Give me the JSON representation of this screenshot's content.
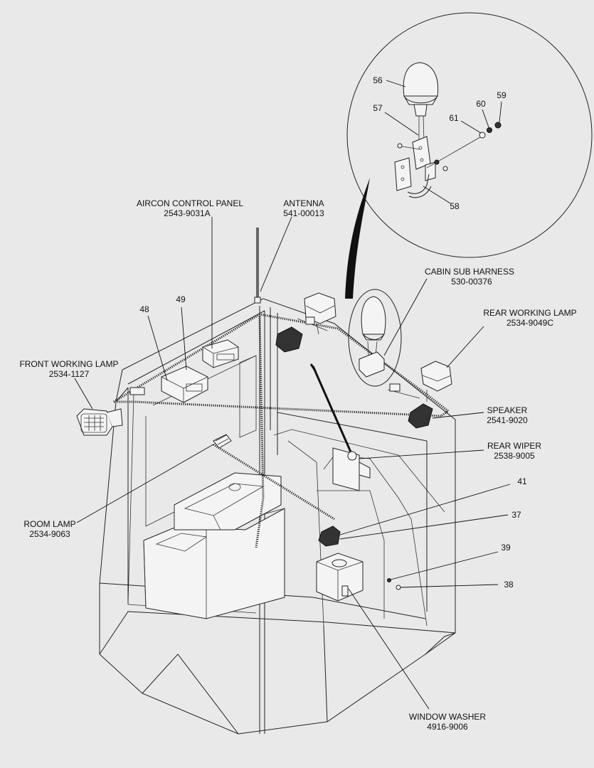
{
  "labels": {
    "aircon_name": "AIRCON CONTROL PANEL",
    "aircon_pn": "2543-9031A",
    "antenna_name": "ANTENNA",
    "antenna_pn": "541-00013",
    "cabin_harness_name": "CABIN SUB HARNESS",
    "cabin_harness_pn": "530-00376",
    "rear_working_lamp_name": "REAR WORKING LAMP",
    "rear_working_lamp_pn": "2534-9049C",
    "front_working_lamp_name": "FRONT WORKING LAMP",
    "front_working_lamp_pn": "2534-1127",
    "speaker_name": "SPEAKER",
    "speaker_pn": "2541-9020",
    "rear_wiper_name": "REAR WIPER",
    "rear_wiper_pn": "2538-9005",
    "room_lamp_name": "ROOM LAMP",
    "room_lamp_pn": "2534-9063",
    "window_washer_name": "WINDOW WASHER",
    "window_washer_pn": "4916-9006"
  },
  "callouts": {
    "n48": "48",
    "n49": "49",
    "n41": "41",
    "n37": "37",
    "n39": "39",
    "n38": "38",
    "n56": "56",
    "n57": "57",
    "n58": "58",
    "n59": "59",
    "n60": "60",
    "n61": "61"
  }
}
